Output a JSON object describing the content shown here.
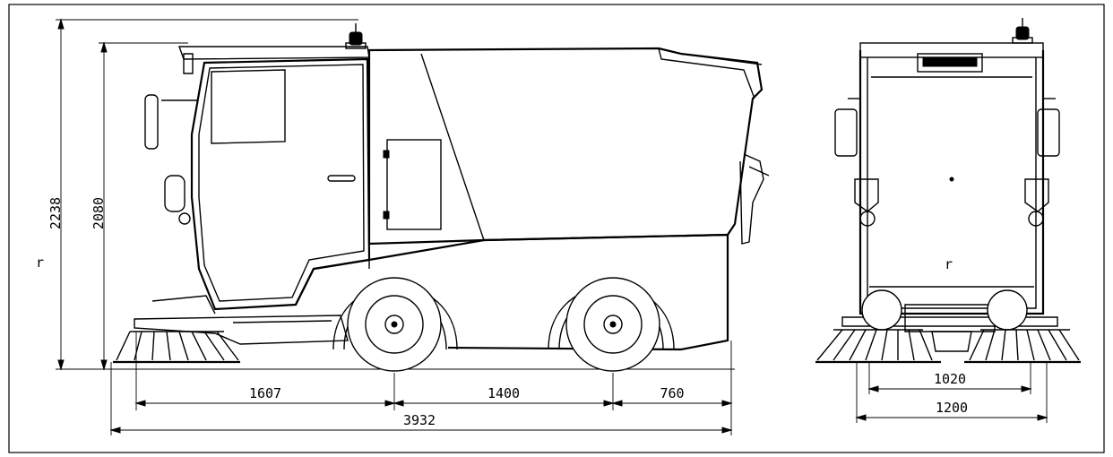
{
  "diagram": {
    "dimensions": {
      "height_total": "2238",
      "height_cab": "2080",
      "front_to_axle": "1607",
      "wheelbase": "1400",
      "rear_overhang": "760",
      "length_total": "3932",
      "track_width": "1020",
      "overall_width": "1200"
    },
    "marks": {
      "side_r": "r",
      "rear_r": "r"
    },
    "colors": {
      "line": "#000000",
      "background": "#ffffff"
    }
  }
}
